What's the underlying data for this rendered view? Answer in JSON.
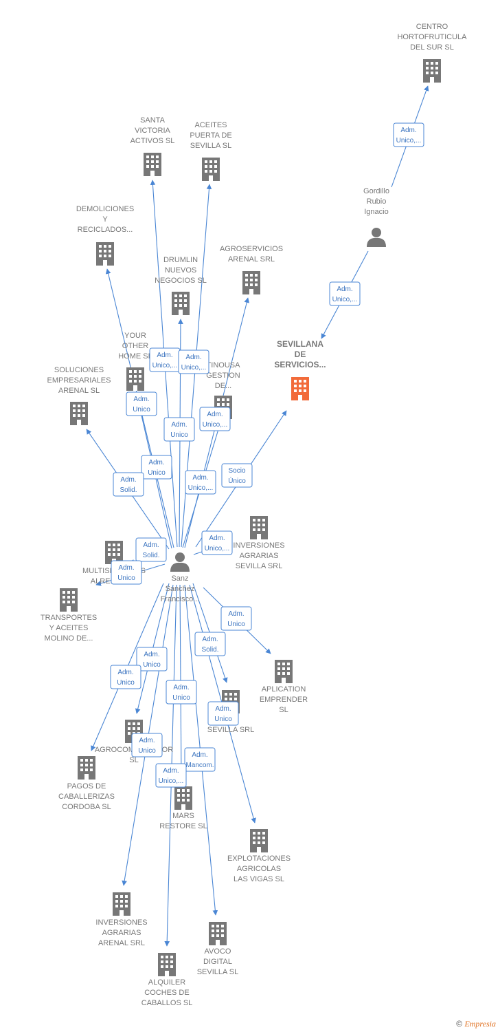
{
  "colors": {
    "edge": "#4a86d4",
    "company": "#777777",
    "focus": "#f26b3a",
    "person": "#777777"
  },
  "footer": {
    "copyright": "©",
    "brand": "Empresia"
  },
  "nodes": [
    {
      "id": "centro",
      "kind": "company",
      "label": [
        "CENTRO",
        "HORTOFRUTICULA",
        "DEL SUR  SL"
      ]
    },
    {
      "id": "gordillo",
      "kind": "person",
      "label": [
        "Gordillo",
        "Rubio",
        "Ignacio"
      ]
    },
    {
      "id": "sevillana",
      "kind": "focus",
      "label": [
        "SEVILLANA",
        "DE",
        "SERVICIOS..."
      ]
    },
    {
      "id": "santa",
      "kind": "company",
      "label": [
        "SANTA",
        "VICTORIA",
        "ACTIVOS  SL"
      ]
    },
    {
      "id": "aceites",
      "kind": "company",
      "label": [
        "ACEITES",
        "PUERTA DE",
        "SEVILLA  SL"
      ]
    },
    {
      "id": "demoliciones",
      "kind": "company",
      "label": [
        "DEMOLICIONES",
        "Y",
        "RECICLADOS..."
      ]
    },
    {
      "id": "agroservicios",
      "kind": "company",
      "label": [
        "AGROSERVICIOS",
        "ARENAL SRL"
      ]
    },
    {
      "id": "drumlin",
      "kind": "company",
      "label": [
        "DRUMLIN",
        "NUEVOS",
        "NEGOCIOS  SL"
      ]
    },
    {
      "id": "yourother",
      "kind": "company",
      "label": [
        "YOUR",
        "OTHER",
        "HOME  SL"
      ]
    },
    {
      "id": "tinousa",
      "kind": "company",
      "label": [
        "TINOUSA",
        "GESTION",
        "DE..."
      ]
    },
    {
      "id": "soluciones",
      "kind": "company",
      "label": [
        "SOLUCIONES",
        "EMPRESARIALES",
        "ARENAL  SL"
      ]
    },
    {
      "id": "invsev",
      "kind": "company",
      "label": [
        "INVERSIONES",
        "AGRARIAS",
        "SEVILLA SRL"
      ]
    },
    {
      "id": "multiservicios",
      "kind": "company",
      "label": [
        "MULTISERVICIOS",
        "ALREDEDOR"
      ]
    },
    {
      "id": "transportes",
      "kind": "company",
      "label": [
        "TRANSPORTES",
        "Y ACEITES",
        "MOLINO DE..."
      ]
    },
    {
      "id": "sanz",
      "kind": "person",
      "label": [
        "Sanz",
        "Sanchez",
        "Francisco..."
      ]
    },
    {
      "id": "aplicacion",
      "kind": "company",
      "label": [
        "APLICATION",
        "EMPRENDER",
        "SL"
      ]
    },
    {
      "id": "sevillasrl",
      "kind": "company",
      "label": [
        "SEVILLA SRL"
      ]
    },
    {
      "id": "agrocomercial",
      "kind": "company",
      "label": [
        "AGROCOMERCIALOR",
        "SL"
      ]
    },
    {
      "id": "pagos",
      "kind": "company",
      "label": [
        "PAGOS DE",
        "CABALLERIZAS",
        "CORDOBA SL"
      ]
    },
    {
      "id": "mars",
      "kind": "company",
      "label": [
        "MARS",
        "RESTORE SL"
      ]
    },
    {
      "id": "explotaciones",
      "kind": "company",
      "label": [
        "EXPLOTACIONES",
        "AGRICOLAS",
        "LAS VIGAS SL"
      ]
    },
    {
      "id": "invarenal",
      "kind": "company",
      "label": [
        "INVERSIONES",
        "AGRARIAS",
        "ARENAL SRL"
      ]
    },
    {
      "id": "avoco",
      "kind": "company",
      "label": [
        "AVOCO",
        "DIGITAL",
        "SEVILLA  SL"
      ]
    },
    {
      "id": "alquiler",
      "kind": "company",
      "label": [
        "ALQUILER",
        "COCHES DE",
        "CABALLOS  SL"
      ]
    }
  ],
  "edges": [
    {
      "id": "e1",
      "from": "gordillo",
      "to": "centro",
      "label": [
        "Adm.",
        "Unico,..."
      ]
    },
    {
      "id": "e2",
      "from": "gordillo",
      "to": "sevillana",
      "label": [
        "Adm.",
        "Unico,..."
      ]
    },
    {
      "id": "e3",
      "from": "sanz",
      "to": "sevillana",
      "label": [
        "Socio",
        "Único"
      ]
    },
    {
      "id": "e4",
      "from": "sanz",
      "to": "santa",
      "label": [
        "Adm.",
        "Unico,..."
      ]
    },
    {
      "id": "e5",
      "from": "sanz",
      "to": "aceites",
      "label": [
        "Adm.",
        "Unico,..."
      ]
    },
    {
      "id": "e6",
      "from": "sanz",
      "to": "demoliciones",
      "label": [
        "Adm.",
        "Unico"
      ]
    },
    {
      "id": "e7",
      "from": "sanz",
      "to": "drumlin",
      "label": [
        "Adm.",
        "Unico"
      ]
    },
    {
      "id": "e8",
      "from": "sanz",
      "to": "agroservicios",
      "label": [
        "Adm.",
        "Unico,..."
      ]
    },
    {
      "id": "e9",
      "from": "sanz",
      "to": "yourother",
      "label": [
        "Adm.",
        "Unico"
      ]
    },
    {
      "id": "e10",
      "from": "sanz",
      "to": "tinousa",
      "label": [
        "Adm.",
        "Unico,..."
      ]
    },
    {
      "id": "e11",
      "from": "sanz",
      "to": "soluciones",
      "label": [
        "Adm.",
        "Solid."
      ]
    },
    {
      "id": "e12",
      "from": "sanz",
      "to": "invsev",
      "label": [
        "Adm.",
        "Unico,..."
      ]
    },
    {
      "id": "e13",
      "from": "sanz",
      "to": "multiservicios",
      "label": [
        "Adm.",
        "Solid."
      ]
    },
    {
      "id": "e14",
      "from": "sanz",
      "to": "transportes",
      "label": [
        "Adm.",
        "Unico"
      ]
    },
    {
      "id": "e15",
      "from": "sanz",
      "to": "aplicacion",
      "label": [
        "Adm.",
        "Unico"
      ]
    },
    {
      "id": "e16",
      "from": "sanz",
      "to": "sevillasrl",
      "label": [
        "Adm.",
        "Solid."
      ]
    },
    {
      "id": "e17",
      "from": "sanz",
      "to": "agrocomercial",
      "label": [
        "Adm.",
        "Unico"
      ]
    },
    {
      "id": "e18",
      "from": "sanz",
      "to": "pagos",
      "label": [
        "Adm.",
        "Unico"
      ]
    },
    {
      "id": "e19",
      "from": "sanz",
      "to": "mars",
      "label": [
        "Adm.",
        "Unico"
      ]
    },
    {
      "id": "e20",
      "from": "sanz",
      "to": "explotaciones",
      "label": [
        "Adm.",
        "Unico"
      ]
    },
    {
      "id": "e21",
      "from": "sanz",
      "to": "invarenal",
      "label": [
        "Adm.",
        "Unico"
      ]
    },
    {
      "id": "e22",
      "from": "sanz",
      "to": "avoco",
      "label": [
        "Adm.",
        "Mancom."
      ]
    },
    {
      "id": "e23",
      "from": "sanz",
      "to": "alquiler",
      "label": [
        "Adm.",
        "Unico,..."
      ]
    }
  ]
}
